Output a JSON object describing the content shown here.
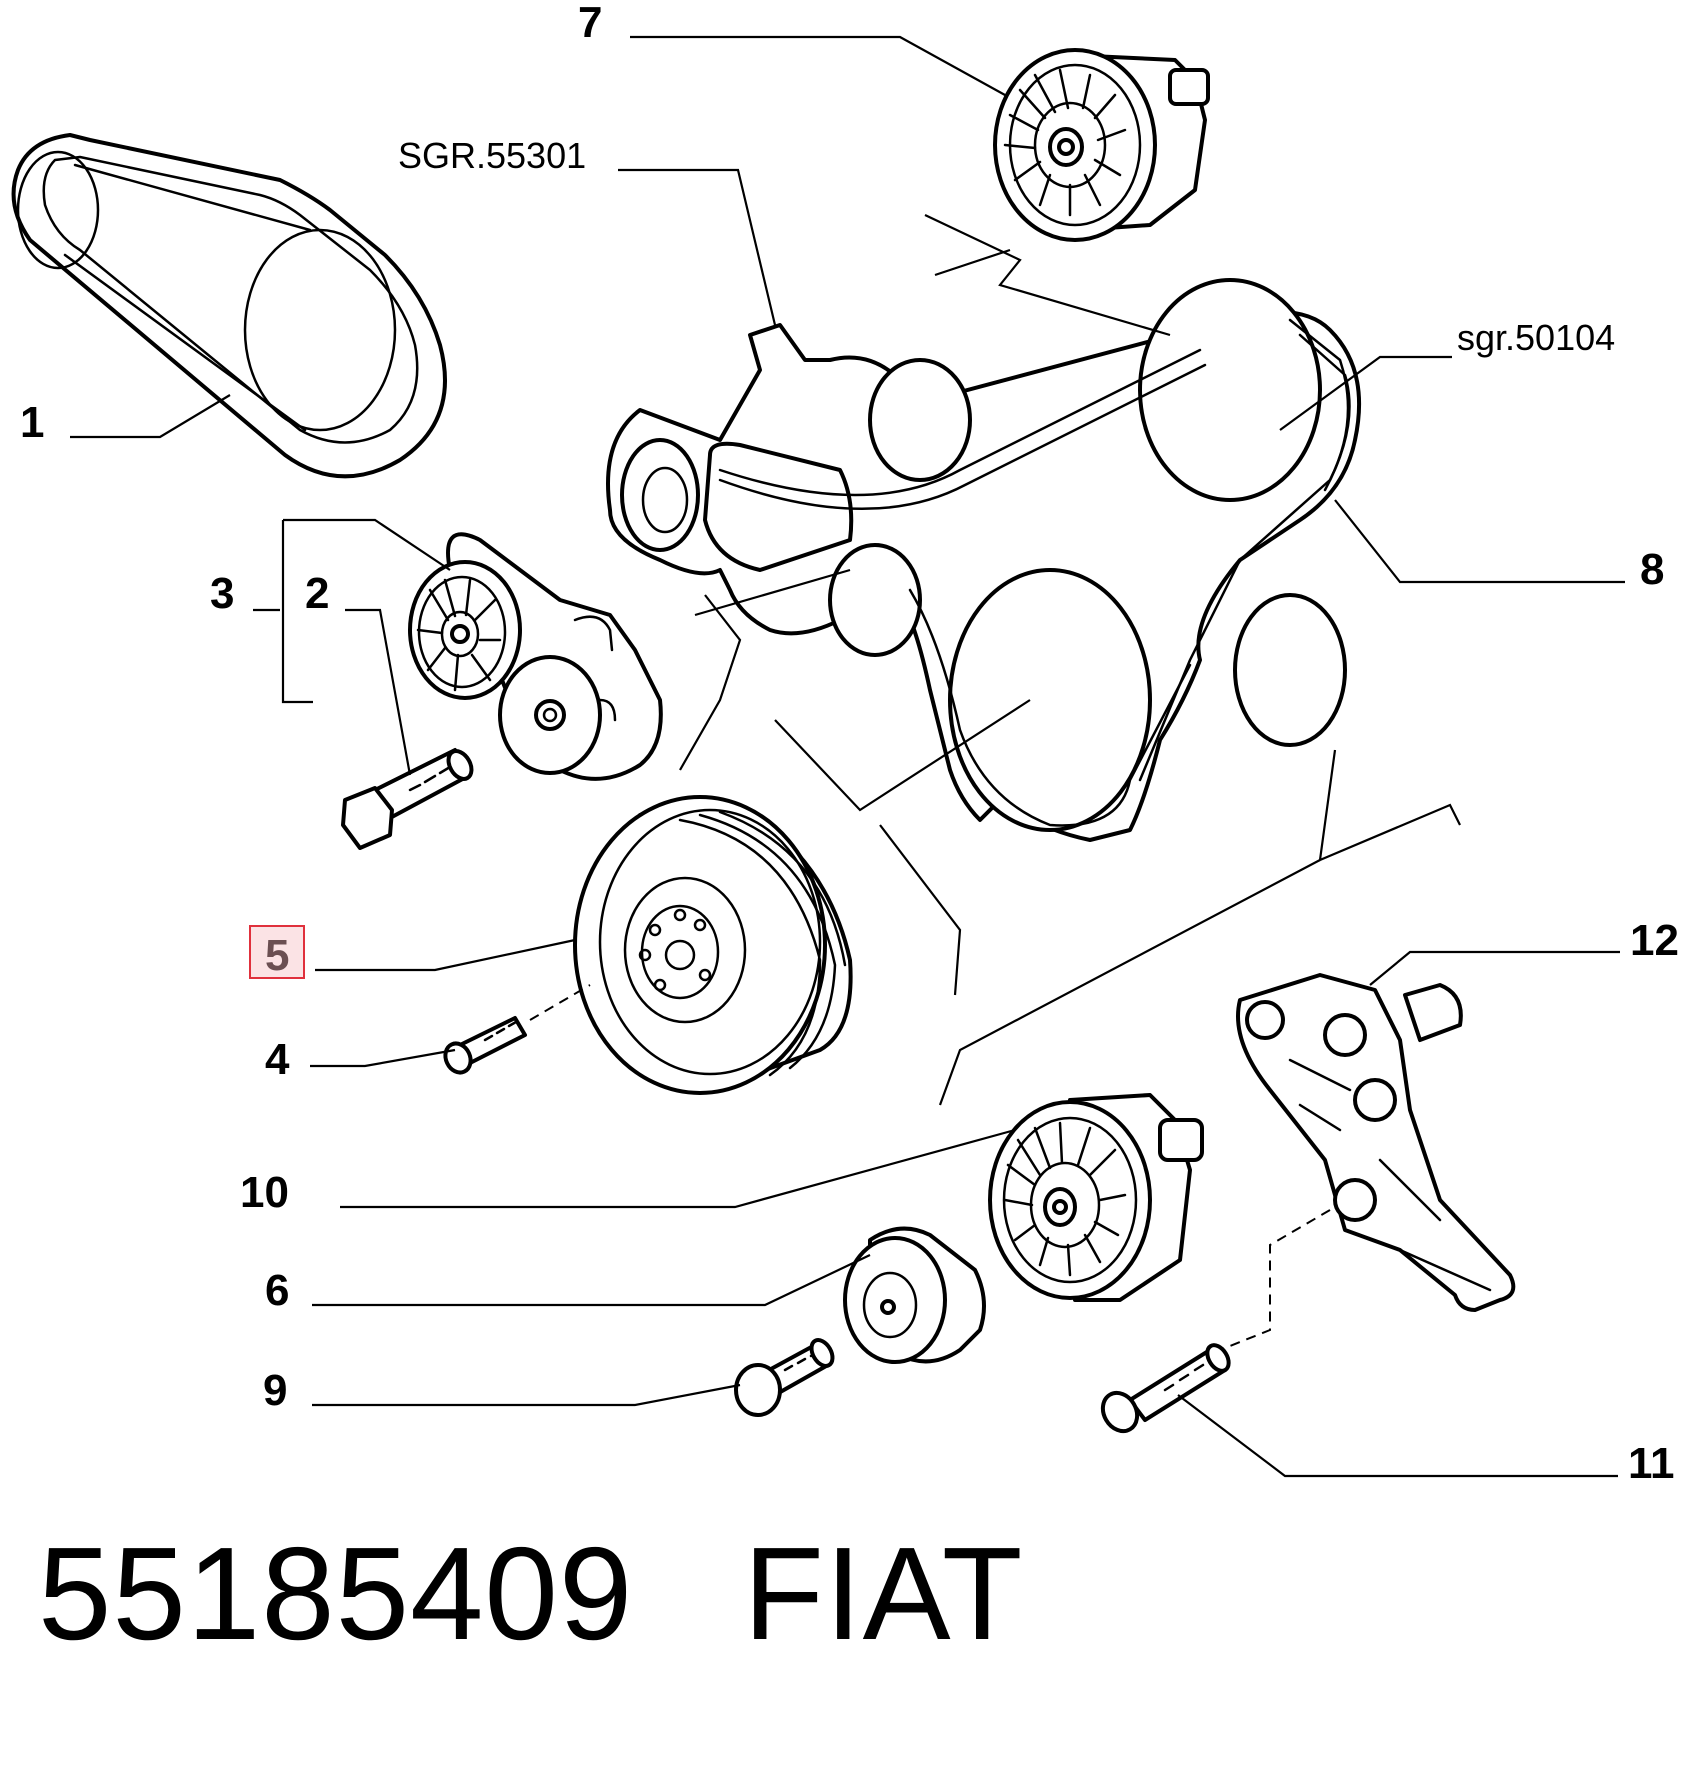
{
  "diagram": {
    "reference_labels": {
      "sgr_55301": "SGR.55301",
      "sgr_50104": "sgr.50104"
    },
    "callouts": [
      {
        "id": "1",
        "label": "1",
        "part": "belt"
      },
      {
        "id": "2",
        "label": "2",
        "part": "tensioner-bolt"
      },
      {
        "id": "3",
        "label": "3",
        "part": "belt-tensioner-assembly"
      },
      {
        "id": "4",
        "label": "4",
        "part": "pulley-screw"
      },
      {
        "id": "5",
        "label": "5",
        "part": "crankshaft-pulley",
        "highlighted": true
      },
      {
        "id": "6",
        "label": "6",
        "part": "pulley-cap"
      },
      {
        "id": "7",
        "label": "7",
        "part": "upper-idler-pulley"
      },
      {
        "id": "8",
        "label": "8",
        "part": "poly-v-belt"
      },
      {
        "id": "9",
        "label": "9",
        "part": "cap-bolt"
      },
      {
        "id": "10",
        "label": "10",
        "part": "lower-idler-pulley"
      },
      {
        "id": "11",
        "label": "11",
        "part": "bracket-bolt"
      },
      {
        "id": "12",
        "label": "12",
        "part": "idler-bracket"
      }
    ],
    "highlight_color": "#e0303c"
  },
  "caption": {
    "part_number": "55185409",
    "brand": "FIAT"
  }
}
